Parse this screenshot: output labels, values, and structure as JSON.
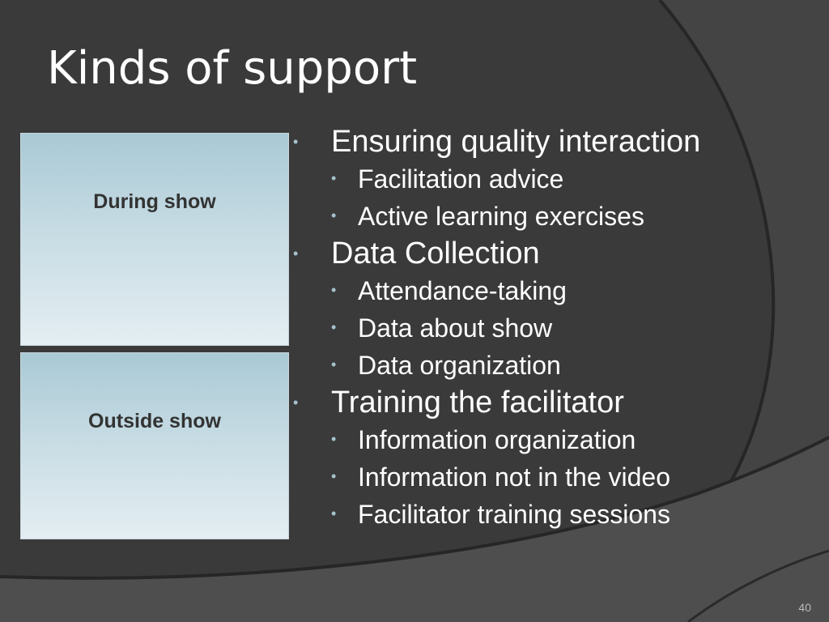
{
  "slide": {
    "title": "Kinds of support",
    "boxes": {
      "top_label": "During show",
      "bottom_label": "Outside show"
    },
    "bullets": [
      {
        "text": "Ensuring quality interaction"
      },
      {
        "text": "Facilitation advice"
      },
      {
        "text": "Active learning exercises"
      },
      {
        "text": "Data Collection"
      },
      {
        "text": "Attendance-taking"
      },
      {
        "text": "Data about show"
      },
      {
        "text": "Data organization"
      },
      {
        "text": "Training the facilitator"
      },
      {
        "text": "Information organization"
      },
      {
        "text": "Information not in the video"
      },
      {
        "text": "Facilitator training sessions"
      }
    ],
    "bullet_glyph": "•",
    "page_number": "40"
  },
  "colors": {
    "background": "#3a3a3a",
    "title_text": "#ffffff",
    "bullet_text": "#ffffff",
    "bullet_marker": "#a5c2cd",
    "box_gradient_top": "#a9c9d5",
    "box_gradient_bottom": "#e4eef2",
    "box_label_text": "#333333"
  }
}
